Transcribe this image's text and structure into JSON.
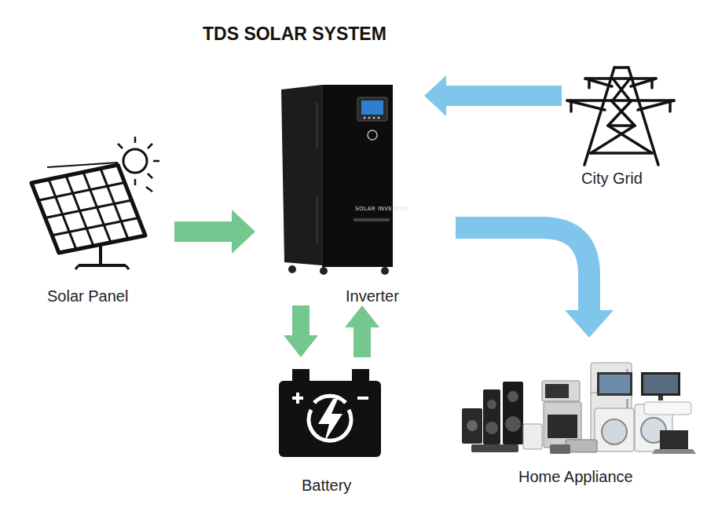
{
  "diagram": {
    "title": "TDS SOLAR SYSTEM",
    "nodes": [
      {
        "text": [
          "Solar Panel"
        ]
      },
      {
        "text": [
          "Inverter"
        ]
      },
      {
        "text": [
          "City Grid"
        ]
      },
      {
        "text": [
          "Battery"
        ]
      },
      {
        "text": [
          "Home Appliance"
        ]
      }
    ],
    "edges": [
      {
        "from": 0,
        "to": 1,
        "arrow": "to"
      },
      {
        "from": 2,
        "to": 1,
        "arrow": "to"
      },
      {
        "from": 1,
        "to": 4,
        "arrow": "to"
      },
      {
        "from": 1,
        "to": 3,
        "arrow": "to"
      },
      {
        "from": 3,
        "to": 1,
        "arrow": "to"
      }
    ],
    "labels": [
      "SOLAR INVERTER"
    ]
  }
}
